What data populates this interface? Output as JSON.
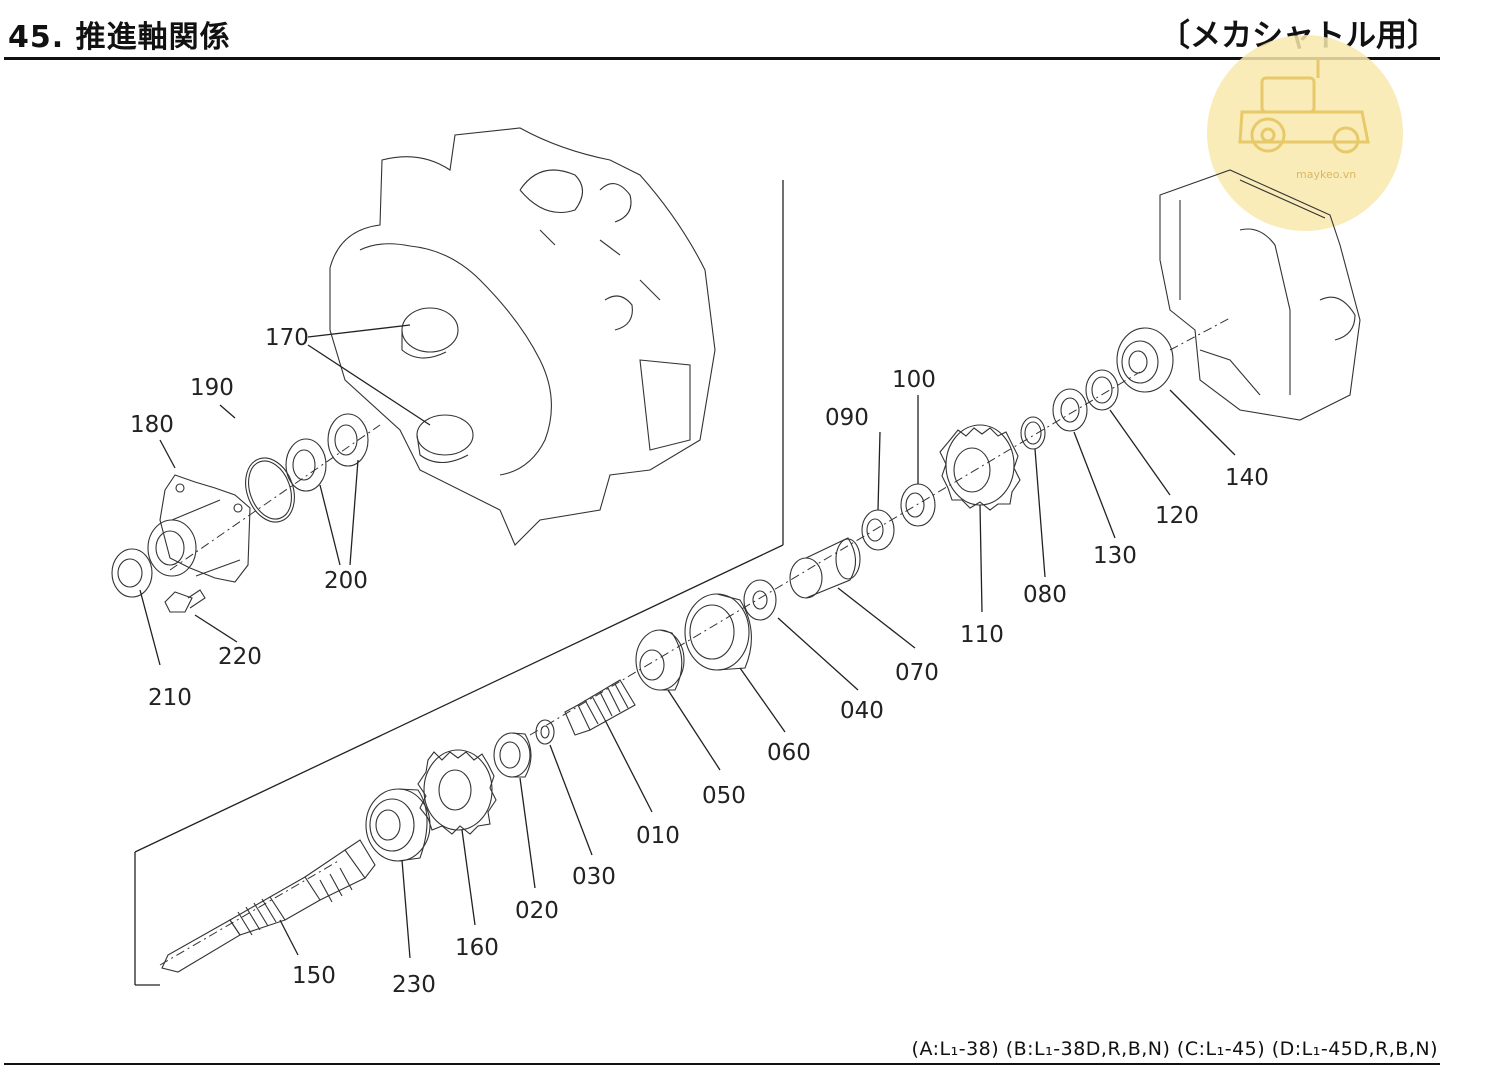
{
  "header": {
    "title": "45. 推進軸関係",
    "variant": "〔メカシャトル用〕"
  },
  "footer": {
    "models": "(A:L₁-38) (B:L₁-38D,R,B,N) (C:L₁-45) (D:L₁-45D,R,B,N)"
  },
  "watermark": {
    "text": "maykeo.vn",
    "icon": "tractor-icon",
    "color": "#f7e8a8"
  },
  "parts": [
    {
      "id": "010",
      "label": "010"
    },
    {
      "id": "020",
      "label": "020"
    },
    {
      "id": "030",
      "label": "030"
    },
    {
      "id": "040",
      "label": "040"
    },
    {
      "id": "050",
      "label": "050"
    },
    {
      "id": "060",
      "label": "060"
    },
    {
      "id": "070",
      "label": "070"
    },
    {
      "id": "080",
      "label": "080"
    },
    {
      "id": "090",
      "label": "090"
    },
    {
      "id": "100",
      "label": "100"
    },
    {
      "id": "110",
      "label": "110"
    },
    {
      "id": "120",
      "label": "120"
    },
    {
      "id": "130",
      "label": "130"
    },
    {
      "id": "140",
      "label": "140"
    },
    {
      "id": "150",
      "label": "150"
    },
    {
      "id": "160",
      "label": "160"
    },
    {
      "id": "170",
      "label": "170"
    },
    {
      "id": "180",
      "label": "180"
    },
    {
      "id": "190",
      "label": "190"
    },
    {
      "id": "200",
      "label": "200"
    },
    {
      "id": "210",
      "label": "210"
    },
    {
      "id": "220",
      "label": "220"
    },
    {
      "id": "230",
      "label": "230"
    }
  ]
}
